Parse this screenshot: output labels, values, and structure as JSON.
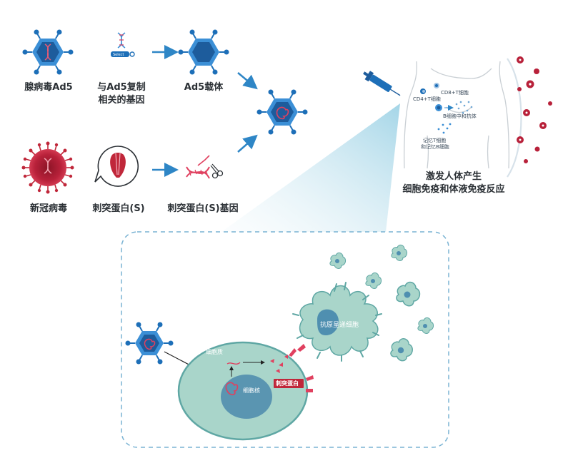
{
  "labels": {
    "ad5_virus": "腺病毒Ad5",
    "ad5_genes_line1": "与Ad5复制",
    "ad5_genes_line2": "相关的基因",
    "ad5_vector": "Ad5载体",
    "covid_virus": "新冠病毒",
    "spike_protein": "刺突蛋白(S)",
    "spike_gene": "刺突蛋白(S)基因",
    "immune_response_line1": "激发人体产生",
    "immune_response_line2": "细胞免疫和体液免疫反应"
  },
  "body_labels": {
    "cd8": "CD8+T细胞",
    "cd4": "CD4+T细胞",
    "b_cell": "B细胞中和抗体",
    "memory_line1": "记忆T细胞",
    "memory_line2": "和记忆B细胞"
  },
  "cell_labels": {
    "cytoplasm": "细胞质",
    "nucleus": "细胞核",
    "spike_tag": "刺突蛋白",
    "apc": "抗原呈递细胞"
  },
  "gene_box_text": "Select",
  "colors": {
    "blue": "#1d6fb8",
    "blue_light": "#3b8fd6",
    "red": "#c0273a",
    "pink": "#e0405f",
    "teal": "#8ec5bb",
    "teal_dark": "#5fa7a4",
    "dash": "#7ab3d3"
  }
}
